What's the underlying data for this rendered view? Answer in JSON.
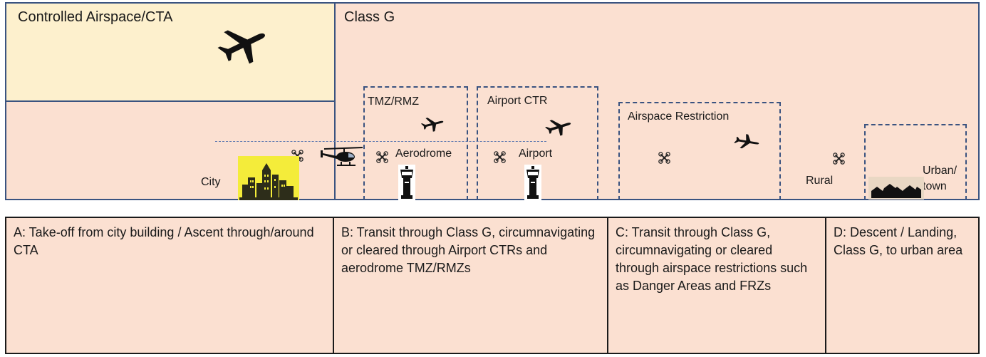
{
  "diagram": {
    "cta_title": "Controlled Airspace/CTA",
    "classg_title": "Class G",
    "labels": {
      "tmz": "TMZ/RMZ",
      "ctr": "Airport CTR",
      "restriction": "Airspace Restriction",
      "city": "City",
      "aerodrome": "Aerodrome",
      "airport": "Airport",
      "rural": "Rural",
      "urban_line1": "Urban/",
      "urban_line2": "town"
    },
    "icons": [
      "airliner-icon",
      "helicopter-icon",
      "drone-icon",
      "control-tower-icon",
      "city-buildings-icon",
      "town-skyline-icon",
      "small-aircraft-icon"
    ],
    "colors": {
      "class_g": "#fbe0d1",
      "cta": "#fdf0cd",
      "border": "#3a5380",
      "city_bg": "#f4ec3a"
    }
  },
  "phases": [
    {
      "text": "A: Take-off from city building / Ascent through/around CTA"
    },
    {
      "text": "B: Transit through Class G, circumnavigating or cleared through Airport CTRs and aerodrome TMZ/RMZs"
    },
    {
      "text": "C: Transit through Class G, circumnavigating or cleared through airspace restrictions such as Danger Areas and FRZs"
    },
    {
      "text": "D: Descent / Landing, Class G, to urban area"
    }
  ]
}
